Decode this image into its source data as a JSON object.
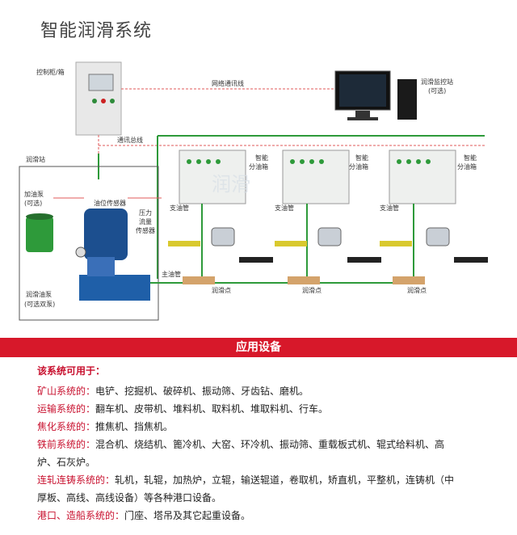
{
  "title": "智能润滑系统",
  "diagram": {
    "labels": {
      "control_cabinet": "控制柜/箱",
      "network": "网络通讯线",
      "monitor_station": "润滑监控站",
      "monitor_optional": "(可选)",
      "comm_bus": "通讯总线",
      "lube_station": "润滑站",
      "refuel_pump": "加油泵",
      "refuel_optional": "(可选)",
      "level_sensor": "油位传感器",
      "pressure_sensor_1": "压力",
      "pressure_sensor_2": "流量",
      "pressure_sensor_3": "传感器",
      "main_pipe": "主油管",
      "lube_pump": "润滑油泵",
      "lube_pump_optional": "(可选双泵)",
      "branch_pipe": "支油管",
      "lube_point": "润滑点",
      "smart_box_1": "智能",
      "smart_box_2": "分油箱",
      "watermark": "润滑"
    }
  },
  "banner": "应用设备",
  "applications": {
    "heading": "该系统可用于：",
    "lines": [
      {
        "category": "矿山系统的：",
        "items": "电铲、挖掘机、破碎机、振动筛、牙齿钻、磨机。"
      },
      {
        "category": "运输系统的：",
        "items": "翻车机、皮带机、堆料机、取料机、堆取料机、行车。"
      },
      {
        "category": "焦化系统的：",
        "items": "推焦机、挡焦机。"
      },
      {
        "category": "铁前系统的：",
        "items": "混合机、烧结机、篦冷机、大窑、环冷机、振动筛、重载板式机、辊式给料机、高"
      },
      {
        "category": "",
        "items": "炉、石灰炉。"
      },
      {
        "category": "连轧连铸系统的：",
        "items": "轧机，轧辊，加热炉，立辊，输送辊道，卷取机，矫直机，平整机，连铸机（中"
      },
      {
        "category": "",
        "items": "厚板、高线、高线设备）等各种港口设备。"
      },
      {
        "category": "港口、造船系统的：",
        "items": "门座、塔吊及其它起重设备。"
      }
    ]
  }
}
